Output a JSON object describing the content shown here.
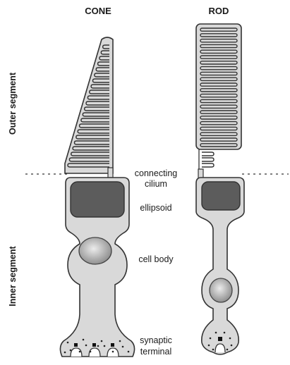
{
  "headers": {
    "cone": "CONE",
    "rod": "ROD"
  },
  "side_labels": {
    "outer": "Outer segment",
    "inner": "Inner segment"
  },
  "labels": {
    "connecting_1": "connecting",
    "connecting_2": "cilium",
    "ellipsoid": "ellipsoid",
    "cell_body": "cell body",
    "synaptic_1": "synaptic",
    "synaptic_2": "terminal"
  },
  "colors": {
    "cell_fill": "#d9d9d9",
    "ellipsoid_fill": "#5c5c5c",
    "nucleus_center": "#e8e8e8",
    "nucleus_edge": "#8a8a8a",
    "outline": "#333333"
  }
}
